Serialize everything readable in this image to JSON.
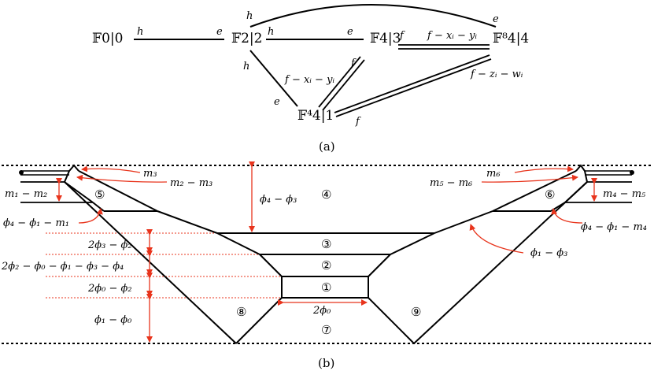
{
  "panel_a": {
    "caption": "(a)",
    "nodes": {
      "f0": "𝔽0|0",
      "f2": "𝔽2|2",
      "f4_3": "𝔽4|3",
      "f4_8": "𝔽⁸4|4",
      "f4_4": "𝔽⁴4|1"
    },
    "edge_labels": {
      "h1": "h",
      "e1": "e",
      "h2": "h",
      "e2": "e",
      "h_top": "h",
      "e_top": "e",
      "h3": "h",
      "e3": "e",
      "f1": "f",
      "f2": "f",
      "f3": "f",
      "fxy1": "f − xᵢ − yᵢ",
      "fxy2": "f − xᵢ − yᵢ",
      "fzw": "f − zᵢ − wᵢ"
    }
  },
  "panel_b": {
    "caption": "(b)",
    "regions": [
      "④",
      "⑤",
      "⑥",
      "③",
      "②",
      "①",
      "⑦",
      "⑧",
      "⑨"
    ],
    "labels": {
      "m3": "m₃",
      "m2m3": "m₂ − m₃",
      "m1m2": "m₁ − m₂",
      "phi4phi1m1": "ϕ₄ − ϕ₁ − m₁",
      "phi4phi3": "ϕ₄ − ϕ₃",
      "m6": "m₆",
      "m5m6": "m₅ − m₆",
      "m4m5": "m₄ − m₅",
      "phi4phi1m4": "ϕ₄ − ϕ₁ − m₄",
      "phi1phi3": "ϕ₁ − ϕ₃",
      "twophi3phi2": "2ϕ₃ − ϕ₂",
      "long": "2ϕ₂ − ϕ₀ − ϕ₁ − ϕ₃ − ϕ₄",
      "twophi0phi2": "2ϕ₀ − ϕ₂",
      "phi1phi0": "ϕ₁ − ϕ₀",
      "twophi0": "2ϕ₀"
    }
  },
  "colors": {
    "ink": "#000000",
    "accent": "#e8341c"
  }
}
